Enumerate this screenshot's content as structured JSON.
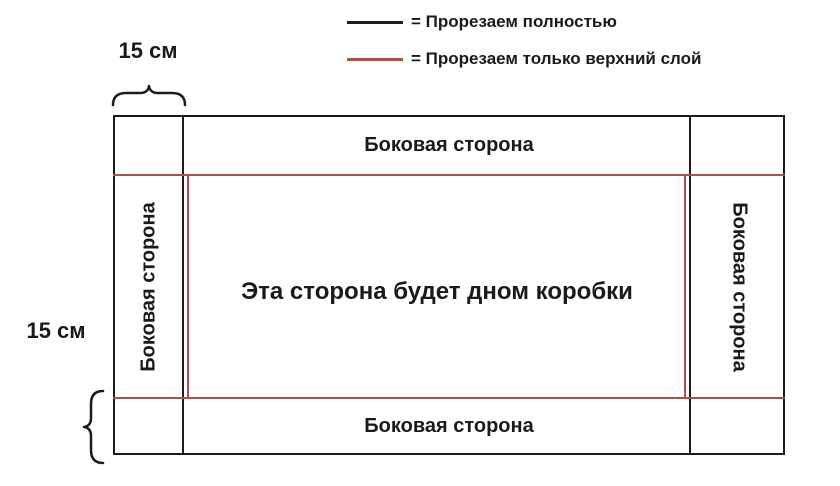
{
  "legend": {
    "full_cut": {
      "label": "= Прорезаем полностью"
    },
    "top_layer_cut": {
      "label": "= Прорезаем только верхний слой"
    }
  },
  "dimensions": {
    "top_width": "15 см",
    "left_height": "15 см"
  },
  "box": {
    "top_label": "Боковая сторона",
    "bottom_label": "Боковая сторона",
    "left_label": "Боковая сторона",
    "right_label": "Боковая сторона",
    "center_label": "Эта сторона будет дном коробки"
  },
  "colors": {
    "cut_full": "#1c1c1c",
    "cut_top_layer": "#ae5148"
  }
}
